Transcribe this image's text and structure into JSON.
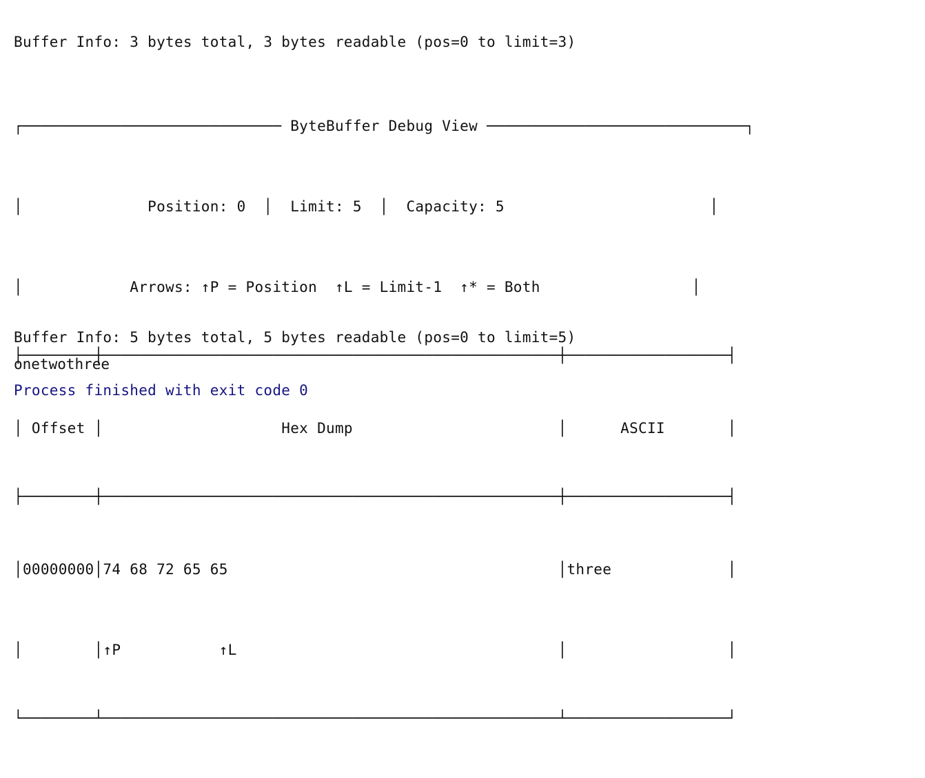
{
  "console": {
    "background_color": "#ffffff",
    "text_color": "#111111",
    "exit_code_color": "#151580"
  },
  "lines": {
    "buffer_info_top": "Buffer Info: 3 bytes total, 3 bytes readable (pos=0 to limit=3)",
    "buffer_info_bottom": "Buffer Info: 5 bytes total, 5 bytes readable (pos=0 to limit=5)",
    "program_output": "onetwothree",
    "exit_message": "Process finished with exit code 0"
  },
  "debug_view": {
    "title": "ByteBuffer Debug View",
    "top_border": "┌───────────────────────────── ByteBuffer Debug View ─────────────────────────────┐",
    "stats_line": "│              Position: 0  │  Limit: 5  │  Capacity: 5                       │",
    "arrows_legend_line": "│            Arrows: ↑P = Position  ↑L = Limit-1  ↑* = Both                 │",
    "rule_top": "├────────┼───────────────────────────────────────────────────┼──────────────────┤",
    "header_row": "│ Offset │                    Hex Dump                       │      ASCII       │",
    "rule_mid": "├────────┼───────────────────────────────────────────────────┼──────────────────┤",
    "data_row": "│00000000│74 68 72 65 65                                     │three             │",
    "arrow_row": "│        │↑P           ↑L                                    │                  │",
    "bottom_border": "└────────┴───────────────────────────────────────────────────┴──────────────────┘",
    "stats": {
      "position_label": "Position:",
      "position_value": "0",
      "limit_label": "Limit:",
      "limit_value": "5",
      "capacity_label": "Capacity:",
      "capacity_value": "5"
    },
    "arrows_legend": {
      "prefix": "Arrows:",
      "position_arrow": "↑P = Position",
      "limit_arrow": "↑L = Limit-1",
      "both_arrow": "↑* = Both"
    },
    "columns": [
      "Offset",
      "Hex Dump",
      "ASCII"
    ],
    "rows": [
      {
        "offset": "00000000",
        "hex": "74 68 72 65 65",
        "ascii": "three",
        "arrows": "↑P           ↑L"
      }
    ]
  }
}
